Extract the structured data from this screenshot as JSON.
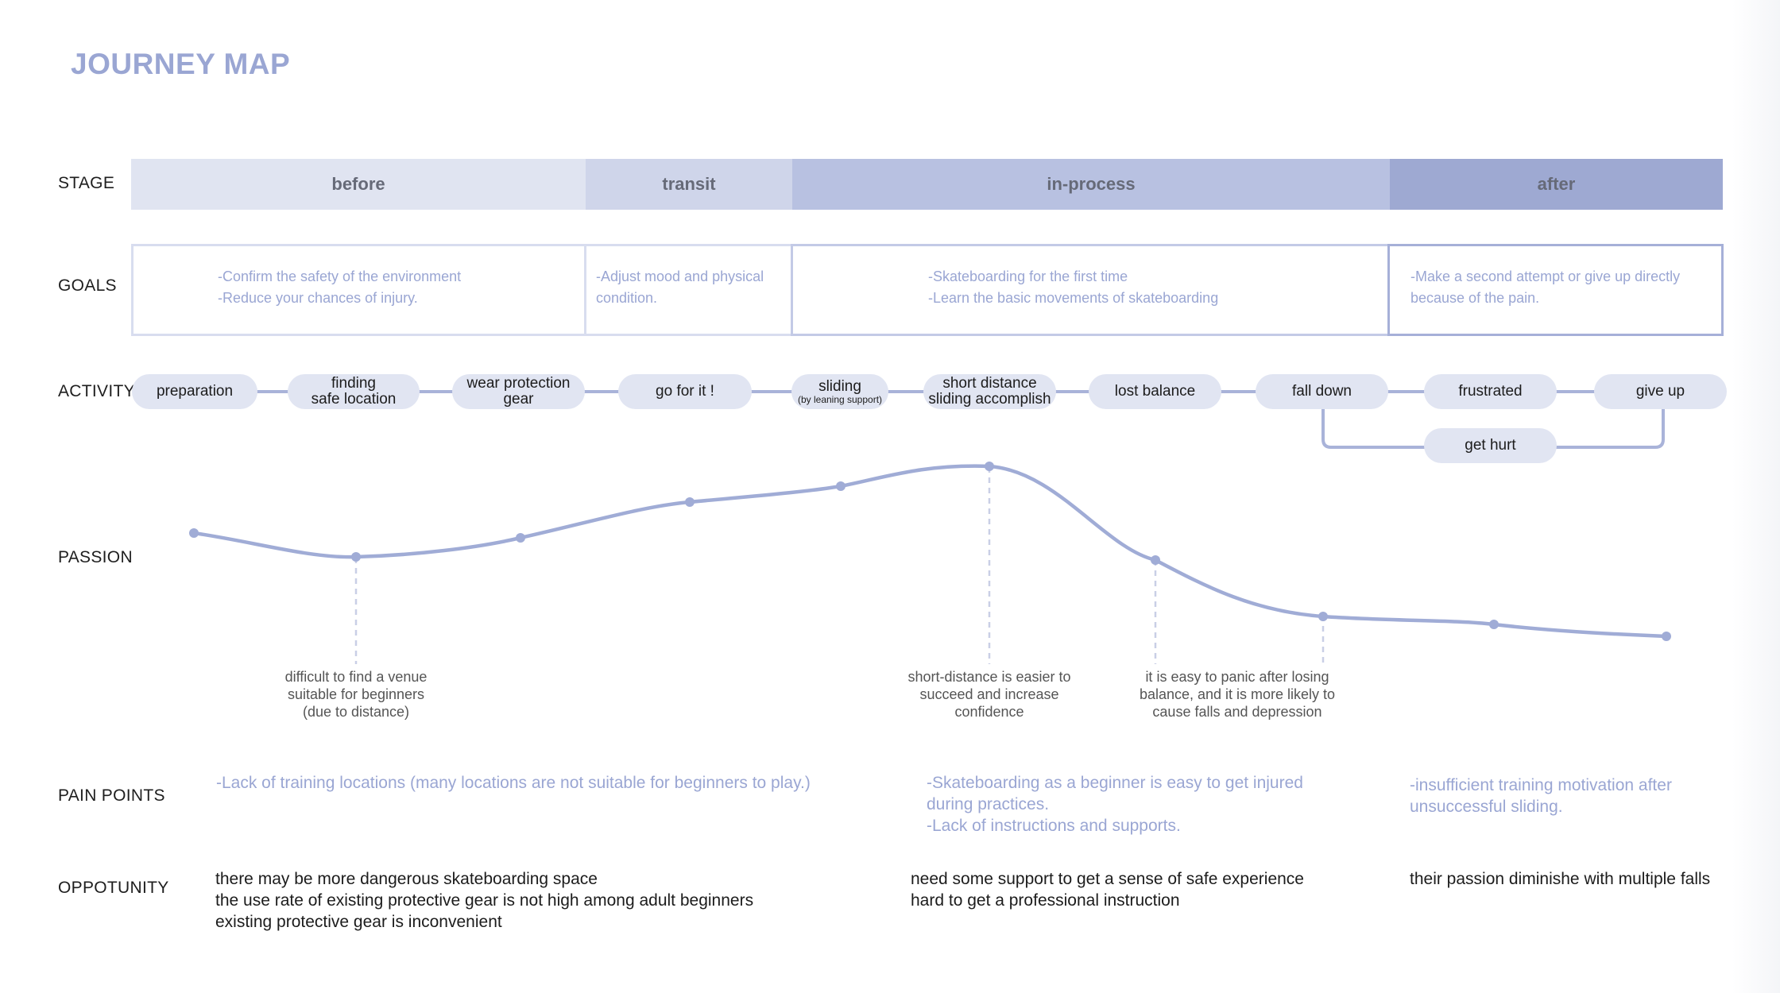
{
  "title": "JOURNEY MAP",
  "row_labels": {
    "stage": "STAGE",
    "goals": "GOALS",
    "activity": "ACTIVITY",
    "passion": "PASSION",
    "pain_points": "PAIN POINTS",
    "opportunity": "OPPOTUNITY"
  },
  "colors": {
    "accent": "#9aa6d3",
    "stage_before": "#e0e4f1",
    "stage_transit": "#cfd5ea",
    "stage_in_process": "#b8c1e1",
    "stage_after": "#9ea9d2",
    "pill": "#e1e5f2",
    "connector": "#a9b3d9"
  },
  "stages": [
    {
      "label": "before"
    },
    {
      "label": "transit"
    },
    {
      "label": "in-process"
    },
    {
      "label": "after"
    }
  ],
  "goals": [
    {
      "lines": [
        "-Confirm the safety of the environment",
        "-Reduce your chances of injury."
      ]
    },
    {
      "lines": [
        "-Adjust mood and physical",
        "condition."
      ]
    },
    {
      "lines": [
        "-Skateboarding for the first time",
        "-Learn the basic movements of skateboarding"
      ]
    },
    {
      "lines": [
        "-Make a second attempt or give up directly",
        "because of the pain."
      ]
    }
  ],
  "activities": [
    {
      "lines": [
        "preparation"
      ]
    },
    {
      "lines": [
        "finding",
        "safe location"
      ]
    },
    {
      "lines": [
        "wear protection",
        "gear"
      ]
    },
    {
      "lines": [
        "go for it !"
      ]
    },
    {
      "lines": [
        "sliding"
      ],
      "sub": "(by leaning support)"
    },
    {
      "lines": [
        "short distance",
        "sliding accomplish"
      ]
    },
    {
      "lines": [
        "lost balance"
      ]
    },
    {
      "lines": [
        "fall down"
      ]
    },
    {
      "lines": [
        "frustrated"
      ]
    },
    {
      "lines": [
        "give up"
      ]
    },
    {
      "lines": [
        "get hurt"
      ]
    }
  ],
  "passion_notes": [
    {
      "lines": [
        "difficult to find a venue",
        "suitable for beginners",
        "(due to distance)"
      ]
    },
    {
      "lines": [
        "short-distance is easier to",
        "succeed and increase",
        "confidence"
      ]
    },
    {
      "lines": [
        "it is easy to panic after losing",
        "balance, and it is more likely to",
        "cause falls and depression"
      ]
    }
  ],
  "pain_points": [
    {
      "lines": [
        "-Lack of training locations (many locations are not suitable for beginners to play.)"
      ]
    },
    {
      "lines": [
        "-Skateboarding as a beginner is easy to get injured",
        "during practices.",
        "-Lack of instructions and supports."
      ]
    },
    {
      "lines": [
        "-insufficient training motivation after",
        "unsuccessful sliding."
      ]
    }
  ],
  "opportunities": [
    {
      "lines": [
        "there may be more dangerous skateboarding space",
        "the use rate of existing protective gear is not high among adult beginners",
        "existing protective gear is inconvenient"
      ]
    },
    {
      "lines": [
        "need some support to get a sense of safe experience",
        "hard to get a professional instruction"
      ]
    },
    {
      "lines": [
        "their passion diminishe with multiple falls"
      ]
    }
  ]
}
